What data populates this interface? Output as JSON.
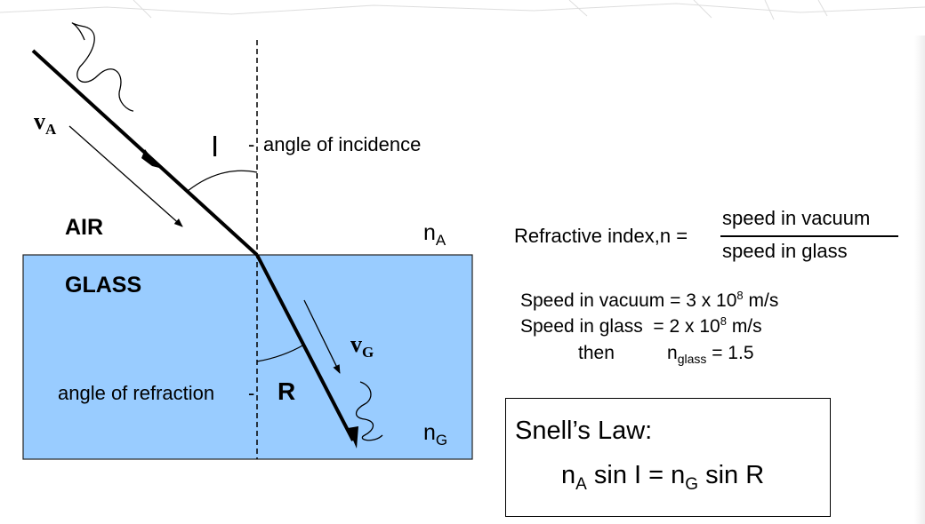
{
  "diagram": {
    "medium_top_label": "AIR",
    "medium_bottom_label": "GLASS",
    "incidence_angle_symbol": "I",
    "incidence_angle_label": "angle of incidence",
    "refraction_angle_symbol": "R",
    "refraction_angle_label": "angle of refraction",
    "velocity_air": {
      "base": "v",
      "sub": "A"
    },
    "velocity_glass": {
      "base": "v",
      "sub": "G"
    },
    "index_air": {
      "base": "n",
      "sub": "A"
    },
    "index_glass": {
      "base": "n",
      "sub": "G"
    },
    "colors": {
      "glass_fill": "#99ccff",
      "line": "#000000"
    }
  },
  "definition": {
    "lead": "Refractive index,n =",
    "numerator": "speed in vacuum",
    "denominator": "speed in glass"
  },
  "example": {
    "vacuum": {
      "prefix": "Speed in vacuum = 3 x 10",
      "exp": "8",
      "suffix": " m/s"
    },
    "glass": {
      "prefix": "Speed in glass  = 2 x 10",
      "exp": "8",
      "suffix": " m/s"
    },
    "result": {
      "lead": "then",
      "n": "n",
      "sub": "glass",
      "value": " = 1.5"
    }
  },
  "snell": {
    "title": "Snell’s Law:",
    "eq": {
      "n1": "n",
      "n1_sub": "A",
      "mid1": " sin I = ",
      "n2": "n",
      "n2_sub": "G",
      "mid2": " sin R"
    }
  }
}
